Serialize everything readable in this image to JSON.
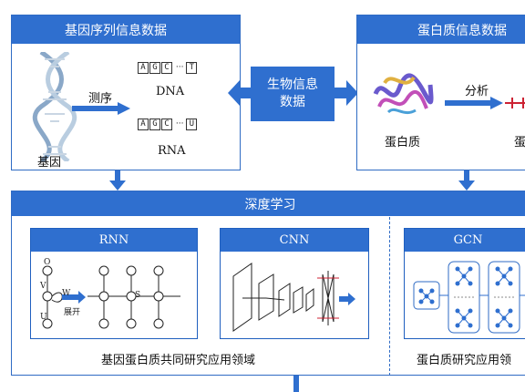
{
  "panels": {
    "gene": {
      "title": "基因序列信息数据",
      "gene_label": "基因",
      "arrow_label": "测序",
      "dna_label": "DNA",
      "rna_label": "RNA"
    },
    "protein": {
      "title": "蛋白质信息数据",
      "protein_label": "蛋白质",
      "arrow_label": "分析",
      "cut_label": "蛋"
    },
    "center": {
      "line1": "生物信息",
      "line2": "数据"
    },
    "deep": {
      "title": "深度学习",
      "rnn": {
        "title": "RNN",
        "unfold_label": "展开"
      },
      "cnn": {
        "title": "CNN"
      },
      "gcn": {
        "title": "GCN"
      },
      "left_caption": "基因蛋白质共同研究应用领域",
      "right_caption": "蛋白质研究应用领"
    }
  },
  "sequences": {
    "dna": [
      "A",
      "G",
      "C",
      "T"
    ],
    "rna": [
      "A",
      "G",
      "C",
      "U"
    ],
    "ellipsis": "···"
  },
  "rnn_symbols": {
    "o": "O",
    "v": "V",
    "w": "W",
    "s": "S",
    "u": "U"
  },
  "colors": {
    "header_blue": "#2f6fcf",
    "border_blue": "#2f6bc4",
    "arrow_blue": "#2f6fcf"
  }
}
